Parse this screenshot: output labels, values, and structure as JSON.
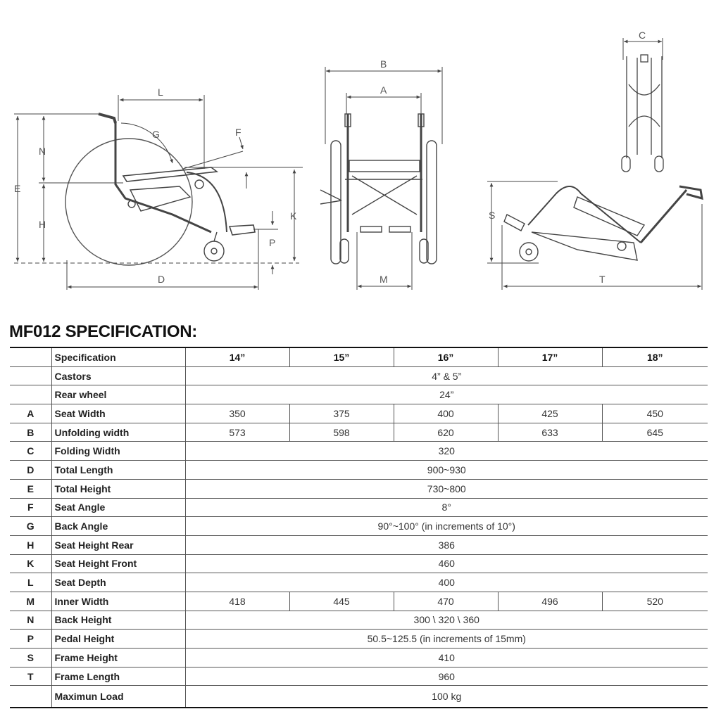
{
  "title": "MF012 SPECIFICATION:",
  "diagram_labels": {
    "side": [
      "L",
      "G",
      "F",
      "N",
      "E",
      "H",
      "K",
      "P",
      "D"
    ],
    "front": [
      "B",
      "A",
      "M"
    ],
    "folded": [
      "C",
      "S",
      "T"
    ]
  },
  "table": {
    "header": {
      "label": "Specification",
      "sizes": [
        "14”",
        "15”",
        "16”",
        "17”",
        "18”"
      ]
    },
    "rows": [
      {
        "code": "",
        "name": "Castors",
        "value": "4” & 5”"
      },
      {
        "code": "",
        "name": "Rear wheel",
        "value": "24”"
      },
      {
        "code": "A",
        "name": "Seat Width",
        "values": [
          "350",
          "375",
          "400",
          "425",
          "450"
        ]
      },
      {
        "code": "B",
        "name": "Unfolding width",
        "values": [
          "573",
          "598",
          "620",
          "633",
          "645"
        ]
      },
      {
        "code": "C",
        "name": "Folding Width",
        "value": "320"
      },
      {
        "code": "D",
        "name": "Total Length",
        "value": "900~930"
      },
      {
        "code": "E",
        "name": "Total Height",
        "value": "730~800"
      },
      {
        "code": "F",
        "name": "Seat Angle",
        "value": "8°"
      },
      {
        "code": "G",
        "name": "Back Angle",
        "value": "90°~100° (in increments of 10°)"
      },
      {
        "code": "H",
        "name": "Seat Height Rear",
        "value": "386"
      },
      {
        "code": "K",
        "name": "Seat Height Front",
        "value": "460"
      },
      {
        "code": "L",
        "name": "Seat Depth",
        "value": "400"
      },
      {
        "code": "M",
        "name": "Inner Width",
        "values": [
          "418",
          "445",
          "470",
          "496",
          "520"
        ]
      },
      {
        "code": "N",
        "name": "Back Height",
        "value": "300 \\ 320 \\ 360"
      },
      {
        "code": "P",
        "name": "Pedal Height",
        "value": "50.5~125.5 (in increments of 15mm)"
      },
      {
        "code": "S",
        "name": "Frame Height",
        "value": "410"
      },
      {
        "code": "T",
        "name": "Frame Length",
        "value": "960"
      },
      {
        "code": "",
        "name": "Maximun Load",
        "value": "100 kg"
      }
    ]
  }
}
